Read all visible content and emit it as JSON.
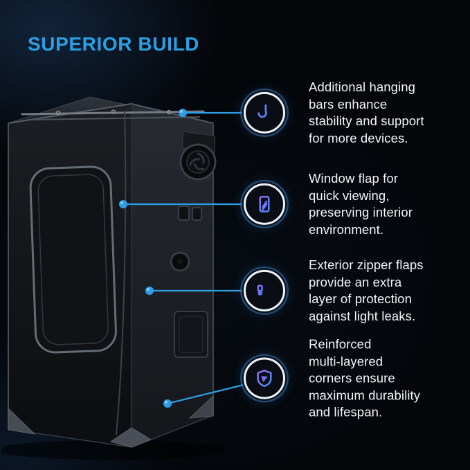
{
  "title": "SUPERIOR BUILD",
  "colors": {
    "accent": "#2b9fe2",
    "icon_gradient_start": "#9a6bf5",
    "icon_gradient_end": "#3f8efc",
    "text": "#f3f5f7",
    "background": "#04060a"
  },
  "illustration": "black-grow-tent-with-hanging-bars-window-vents",
  "features": [
    {
      "icon": "hook-icon",
      "text": "Additional hanging\nbars enhance\nstability and support\nfor more devices."
    },
    {
      "icon": "window-flap-icon",
      "text": "Window flap for\nquick viewing,\npreserving interior\nenvironment."
    },
    {
      "icon": "zipper-flap-icon",
      "text": "Exterior zipper flaps\nprovide an extra\nlayer of protection\nagainst light leaks."
    },
    {
      "icon": "shield-icon",
      "text": "Reinforced\nmulti-layered\ncorners ensure\nmaximum durability\nand lifespan."
    }
  ]
}
